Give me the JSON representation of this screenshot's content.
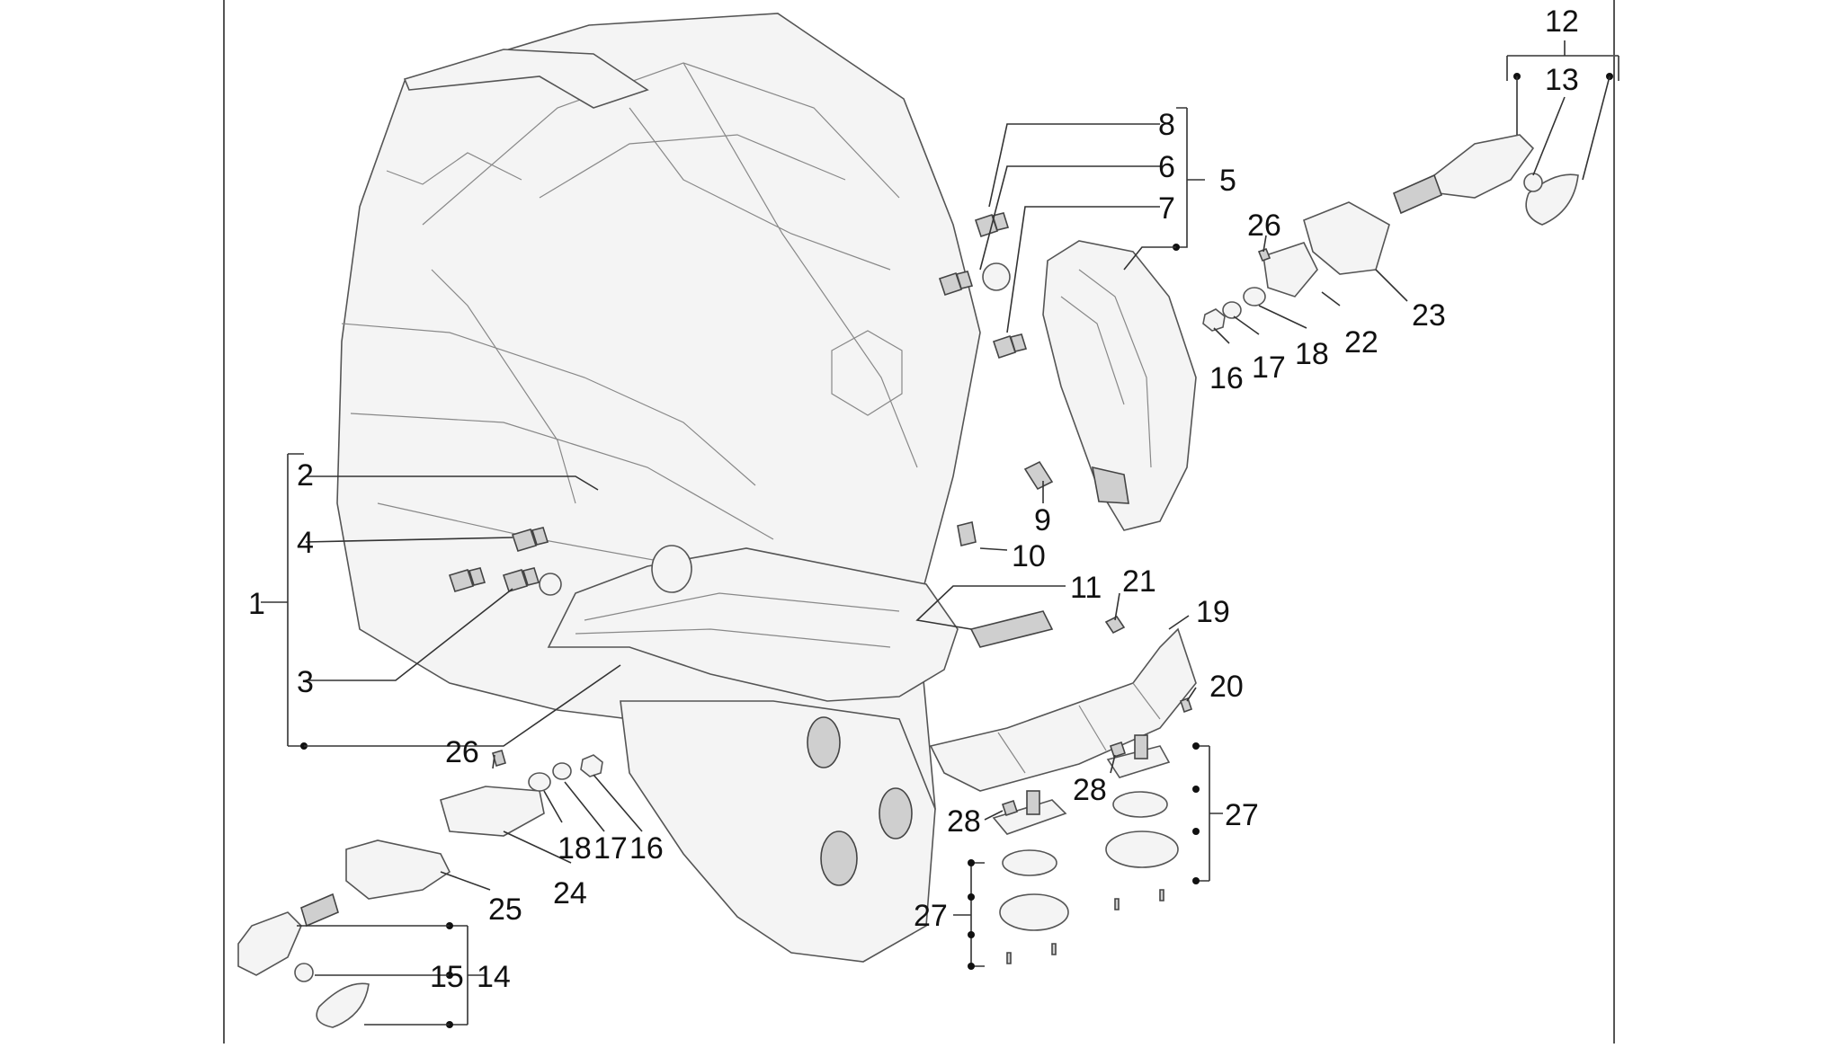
{
  "callouts": {
    "c1": "1",
    "c2": "2",
    "c3": "3",
    "c4": "4",
    "c5": "5",
    "c6": "6",
    "c7": "7",
    "c8": "8",
    "c9": "9",
    "c10": "10",
    "c11": "11",
    "c12": "12",
    "c13": "13",
    "c14": "14",
    "c15": "15",
    "c16a": "16",
    "c16b": "16",
    "c17a": "17",
    "c17b": "17",
    "c18a": "18",
    "c18b": "18",
    "c19": "19",
    "c20": "20",
    "c21": "21",
    "c22": "22",
    "c23": "23",
    "c24": "24",
    "c25": "25",
    "c26a": "26",
    "c26b": "26",
    "c27a": "27",
    "c27b": "27",
    "c28a": "28",
    "c28b": "28"
  }
}
